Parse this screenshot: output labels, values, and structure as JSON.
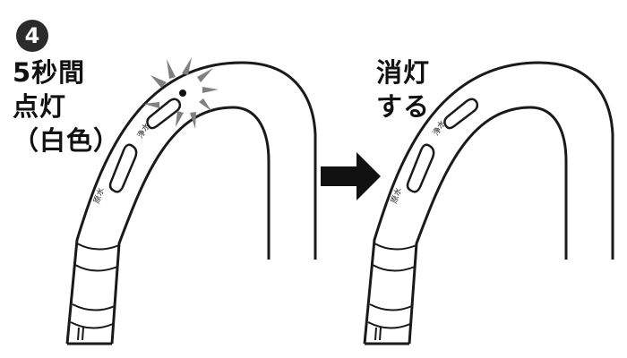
{
  "step_number": "4",
  "left_panel": {
    "caption": [
      "5秒間",
      "点灯",
      "（白色）"
    ],
    "label_upper": "浄水",
    "label_lower": "原水"
  },
  "right_panel": {
    "caption": [
      "消灯",
      "する"
    ],
    "label_upper": "浄水",
    "label_lower": "原水"
  },
  "colors": {
    "outline": "#1a1a1a",
    "flash_rays": "#808080",
    "arrow": "#111111"
  },
  "icons": [
    "flash-rays-icon",
    "arrow-right-icon",
    "indicator-led-icon"
  ]
}
